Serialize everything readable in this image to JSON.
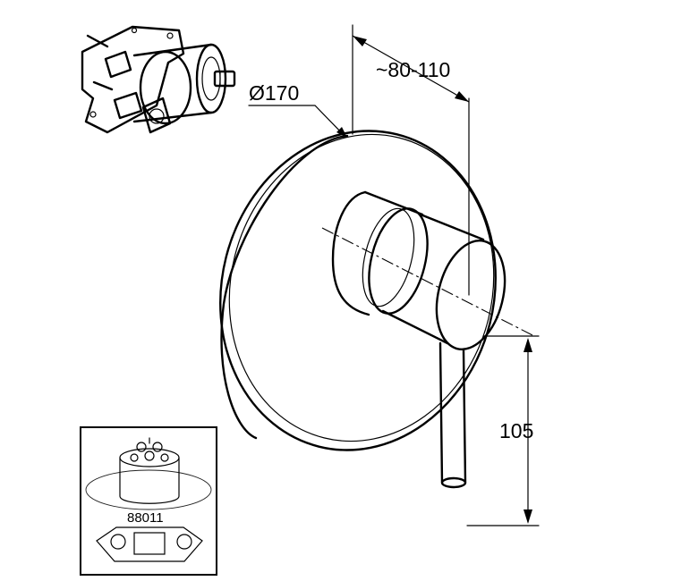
{
  "dimensions": {
    "diameter": "Ø170",
    "depth": "~80-110",
    "height": "105"
  },
  "inset": {
    "part_number": "88011"
  }
}
